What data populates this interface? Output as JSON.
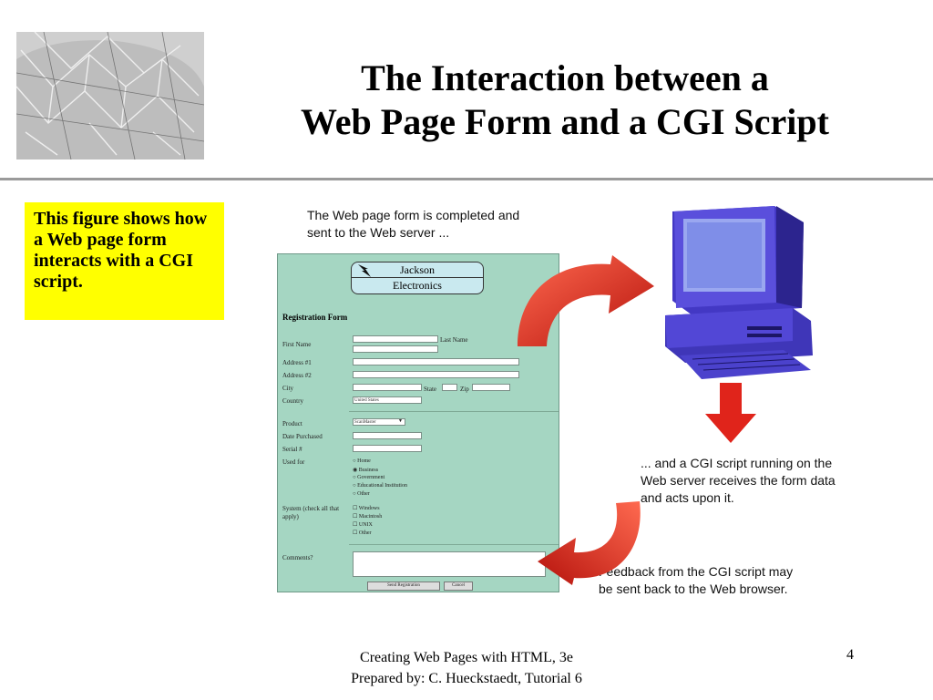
{
  "title": {
    "line1": "The Interaction between a",
    "line2": "Web Page Form and a CGI Script"
  },
  "callout": "This figure shows how a Web page form interacts with a CGI script.",
  "captions": {
    "form_submitted": "The Web page form is completed and sent to the Web server ...",
    "cgi_running": "... and a CGI script running on the Web server receives the form data and acts upon it.",
    "feedback": "Feedback from the CGI script may be sent back to the Web browser."
  },
  "form": {
    "brand_line1": "Jackson",
    "brand_line2": "Electronics",
    "heading": "Registration Form",
    "labels": {
      "first_name": "First Name",
      "last_name": "Last Name",
      "address1": "Address #1",
      "address2": "Address #2",
      "city": "City",
      "state": "State",
      "zip": "Zip",
      "country": "Country",
      "product": "Product",
      "date_purchased": "Date Purchased",
      "serial": "Serial #",
      "used_for": "Used for",
      "system": "System (check all that apply)",
      "comments": "Comments?"
    },
    "values": {
      "country": "United States",
      "product": "ScanMaster"
    },
    "used_for_options": [
      "Home",
      "Business",
      "Government",
      "Educational Institution",
      "Other"
    ],
    "system_options": [
      "Windows",
      "Macintosh",
      "UNIX",
      "Other"
    ],
    "buttons": {
      "send": "Send Registration",
      "cancel": "Cancel"
    }
  },
  "footer": {
    "line1": "Creating Web Pages with HTML, 3e",
    "line2": "Prepared by: C. Hueckstaedt, Tutorial 6",
    "page_number": "4"
  },
  "colors": {
    "callout_bg": "#ffff00",
    "form_bg": "#a5d6c2",
    "arrow_red": "#e0241b",
    "monitor_blue": "#3b34b8"
  }
}
